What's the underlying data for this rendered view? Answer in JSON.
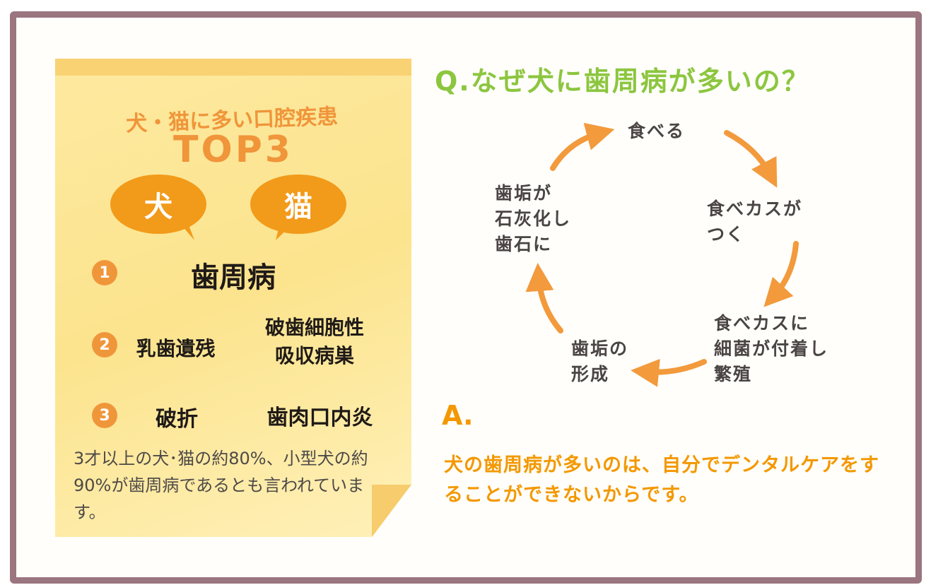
{
  "panel": {
    "title": "犬・猫に多い口腔疾患",
    "subtitle": "TOP3",
    "dog_label": "犬",
    "cat_label": "猫",
    "ranks": [
      {
        "num": "1",
        "combined": "歯周病"
      },
      {
        "num": "2",
        "dog": "乳歯遺残",
        "cat_line1": "破歯細胞性",
        "cat_line2": "吸収病巣"
      },
      {
        "num": "3",
        "dog": "破折",
        "cat": "歯肉口内炎"
      }
    ],
    "note": "3才以上の犬･猫の約80%、小型犬の約90%が歯周病であるとも言われています。"
  },
  "question": "Q.なぜ犬に歯周病が多いの？",
  "cycle": {
    "steps": [
      {
        "line1": "食べる"
      },
      {
        "line1": "食べカスが",
        "line2": "つく"
      },
      {
        "line1": "食べカスに",
        "line2": "細菌が付着し",
        "line3": "繁殖"
      },
      {
        "line1": "歯垢の",
        "line2": "形成"
      },
      {
        "line1": "歯垢が",
        "line2": "石灰化し",
        "line3": "歯石に"
      }
    ],
    "arrow_color": "#f29a3c"
  },
  "answer": {
    "label": "A.",
    "text": "犬の歯周病が多いのは、自分でデンタルケアをすることができないからです。"
  },
  "colors": {
    "frame": "#9b7580",
    "question": "#8cc63f",
    "answer": "#f39800",
    "accent": "#f0953a"
  }
}
